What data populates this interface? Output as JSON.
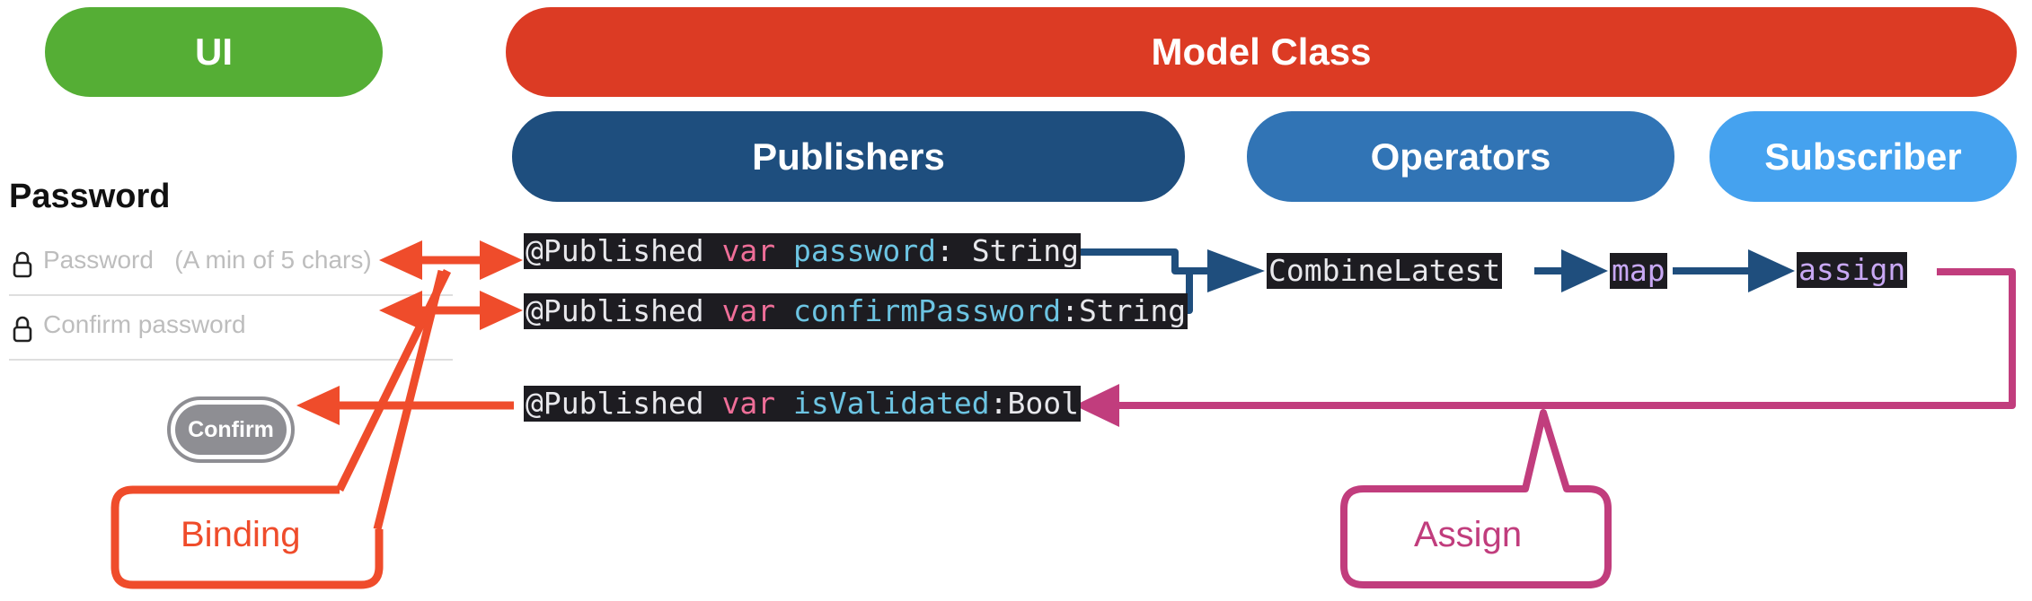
{
  "headers": {
    "ui": "UI",
    "model_class": "Model Class",
    "publishers": "Publishers",
    "operators": "Operators",
    "subscriber": "Subscriber"
  },
  "colors": {
    "ui": "#55ae35",
    "model_class": "#dc3b24",
    "publishers": "#1e4e7e",
    "operators": "#3174b5",
    "subscriber": "#45a2ef",
    "binding": "#ef4c2b",
    "assign": "#c13d7d",
    "flow_arrow": "#1f4e7d"
  },
  "form": {
    "title": "Password",
    "password_placeholder": "Password   (A min of 5 chars)",
    "confirm_placeholder": "Confirm password",
    "confirm_button": "Confirm"
  },
  "code": {
    "password": {
      "attr": "@Published",
      "kw": "var",
      "name": "password",
      "colon": ":",
      "type": " String"
    },
    "confirm_password": {
      "attr": "@Published",
      "kw": "var",
      "name": "confirmPassword",
      "colon": ":",
      "type": "String"
    },
    "is_validated": {
      "attr": "@Published",
      "kw": "var",
      "name": "isValidated",
      "colon": ":",
      "type": "Bool"
    }
  },
  "operators": {
    "combine_latest": "CombineLatest",
    "map": "map",
    "assign": "assign"
  },
  "callouts": {
    "binding": "Binding",
    "assign": "Assign"
  },
  "icons": [
    "lock-icon",
    "lock-icon"
  ]
}
